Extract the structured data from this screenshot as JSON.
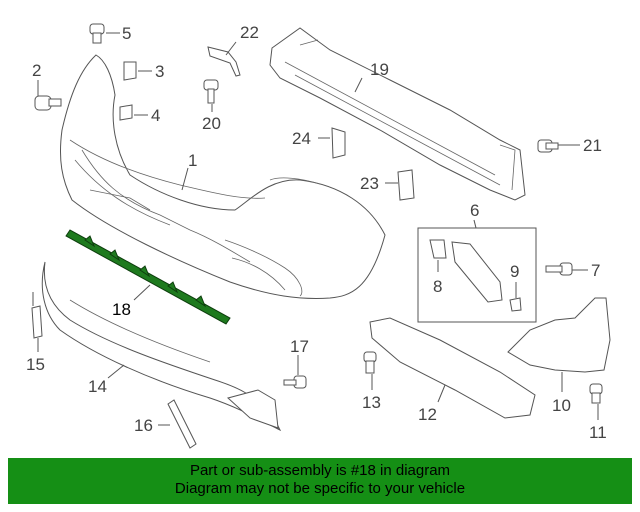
{
  "labels": {
    "p1": "1",
    "p2": "2",
    "p3": "3",
    "p4": "4",
    "p5": "5",
    "p6": "6",
    "p7": "7",
    "p8": "8",
    "p9": "9",
    "p10": "10",
    "p11": "11",
    "p12": "12",
    "p13": "13",
    "p14": "14",
    "p15": "15",
    "p16": "16",
    "p17": "17",
    "p18": "18",
    "p19": "19",
    "p20": "20",
    "p21": "21",
    "p22": "22",
    "p23": "23",
    "p24": "24"
  },
  "highlight_color": "#1e7a1e",
  "banner": {
    "line1": "Part or sub-assembly is #18 in diagram",
    "line2": "Diagram may not be specific to your vehicle",
    "background": "#158f15"
  }
}
